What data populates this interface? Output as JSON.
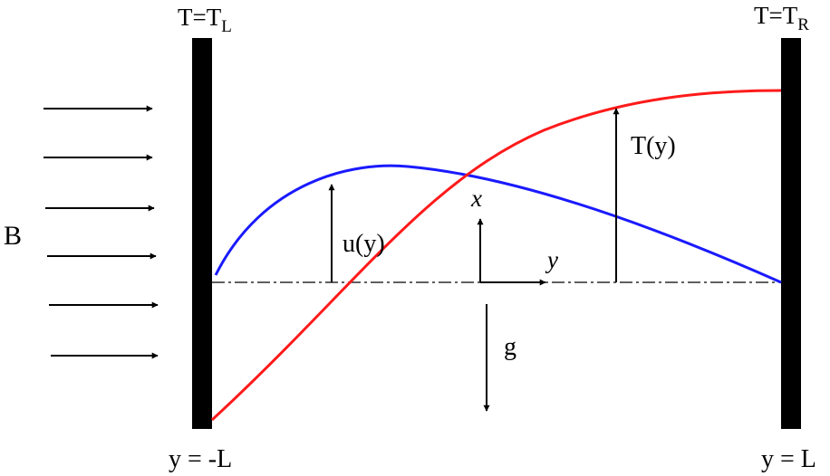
{
  "labels": {
    "left_wall_temp": "T=T",
    "left_wall_temp_sub": "L",
    "right_wall_temp": "T=T",
    "right_wall_temp_sub": "R",
    "magnetic_field": "B",
    "velocity_profile": "u(y)",
    "temperature_profile": "T(y)",
    "x_axis": "x",
    "y_axis": "y",
    "gravity": "g",
    "left_position": "y = -L",
    "right_position": "y = L"
  },
  "colors": {
    "velocity_curve": "#1a1aff",
    "temperature_curve": "#ff1a1a",
    "walls": "#000000",
    "arrows": "#000000"
  }
}
